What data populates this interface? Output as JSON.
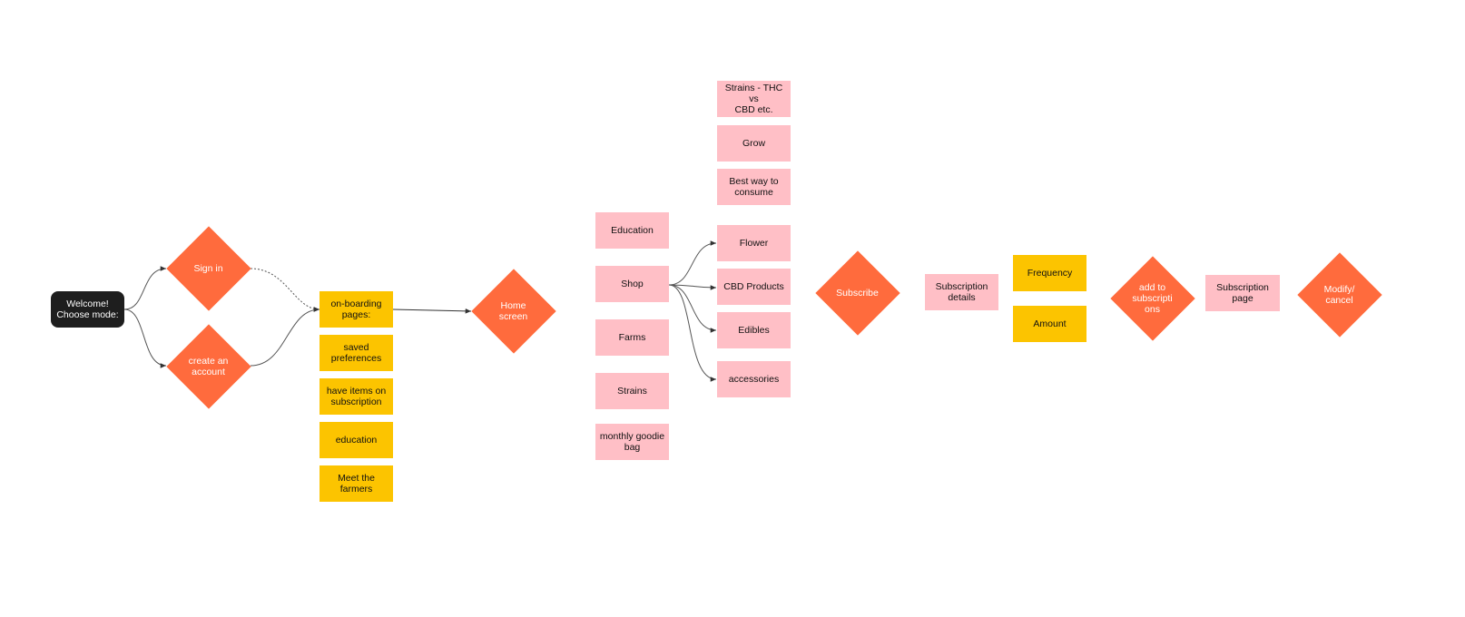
{
  "nodes": {
    "welcome": "Welcome!\nChoose mode:",
    "sign_in": "Sign in",
    "create_account": "create an\naccount",
    "onboarding": "on-boarding\npages:",
    "saved_preferences": "saved\npreferences",
    "have_items": "have items on\nsubscription",
    "education_onboarding": "education",
    "meet_farmers": "Meet the farmers",
    "home_screen": "Home\nscreen",
    "education": "Education",
    "shop": "Shop",
    "farms": "Farms",
    "strains": "Strains",
    "monthly_goodie_bag": "monthly goodie\nbag",
    "strains_thc_cbd": "Strains - THC vs\nCBD etc.",
    "grow": "Grow",
    "best_way": "Best way to\nconsume",
    "flower": "Flower",
    "cbd_products": "CBD Products",
    "edibles": "Edibles",
    "accessories": "accessories",
    "subscribe": "Subscribe",
    "subscription_details": "Subscription\ndetails",
    "frequency": "Frequency",
    "amount": "Amount",
    "add_to_subscriptions": "add to\nsubscripti\nons",
    "subscription_page": "Subscription page",
    "modify_cancel": "Modify/\ncancel"
  },
  "colors": {
    "start": "#1e1e1e",
    "decision": "#ff6b3d",
    "yellow_note": "#fcc400",
    "pink_note": "#ffbfc6",
    "edge": "#555555"
  },
  "edges": [
    {
      "from": "welcome",
      "to": "sign_in",
      "style": "solid"
    },
    {
      "from": "welcome",
      "to": "create_account",
      "style": "solid"
    },
    {
      "from": "sign_in",
      "to": "onboarding",
      "style": "dotted"
    },
    {
      "from": "create_account",
      "to": "onboarding",
      "style": "solid"
    },
    {
      "from": "onboarding",
      "to": "home_screen",
      "style": "solid"
    },
    {
      "from": "shop",
      "to": "flower",
      "style": "solid"
    },
    {
      "from": "shop",
      "to": "cbd_products",
      "style": "solid"
    },
    {
      "from": "shop",
      "to": "edibles",
      "style": "solid"
    },
    {
      "from": "shop",
      "to": "accessories",
      "style": "solid"
    }
  ]
}
